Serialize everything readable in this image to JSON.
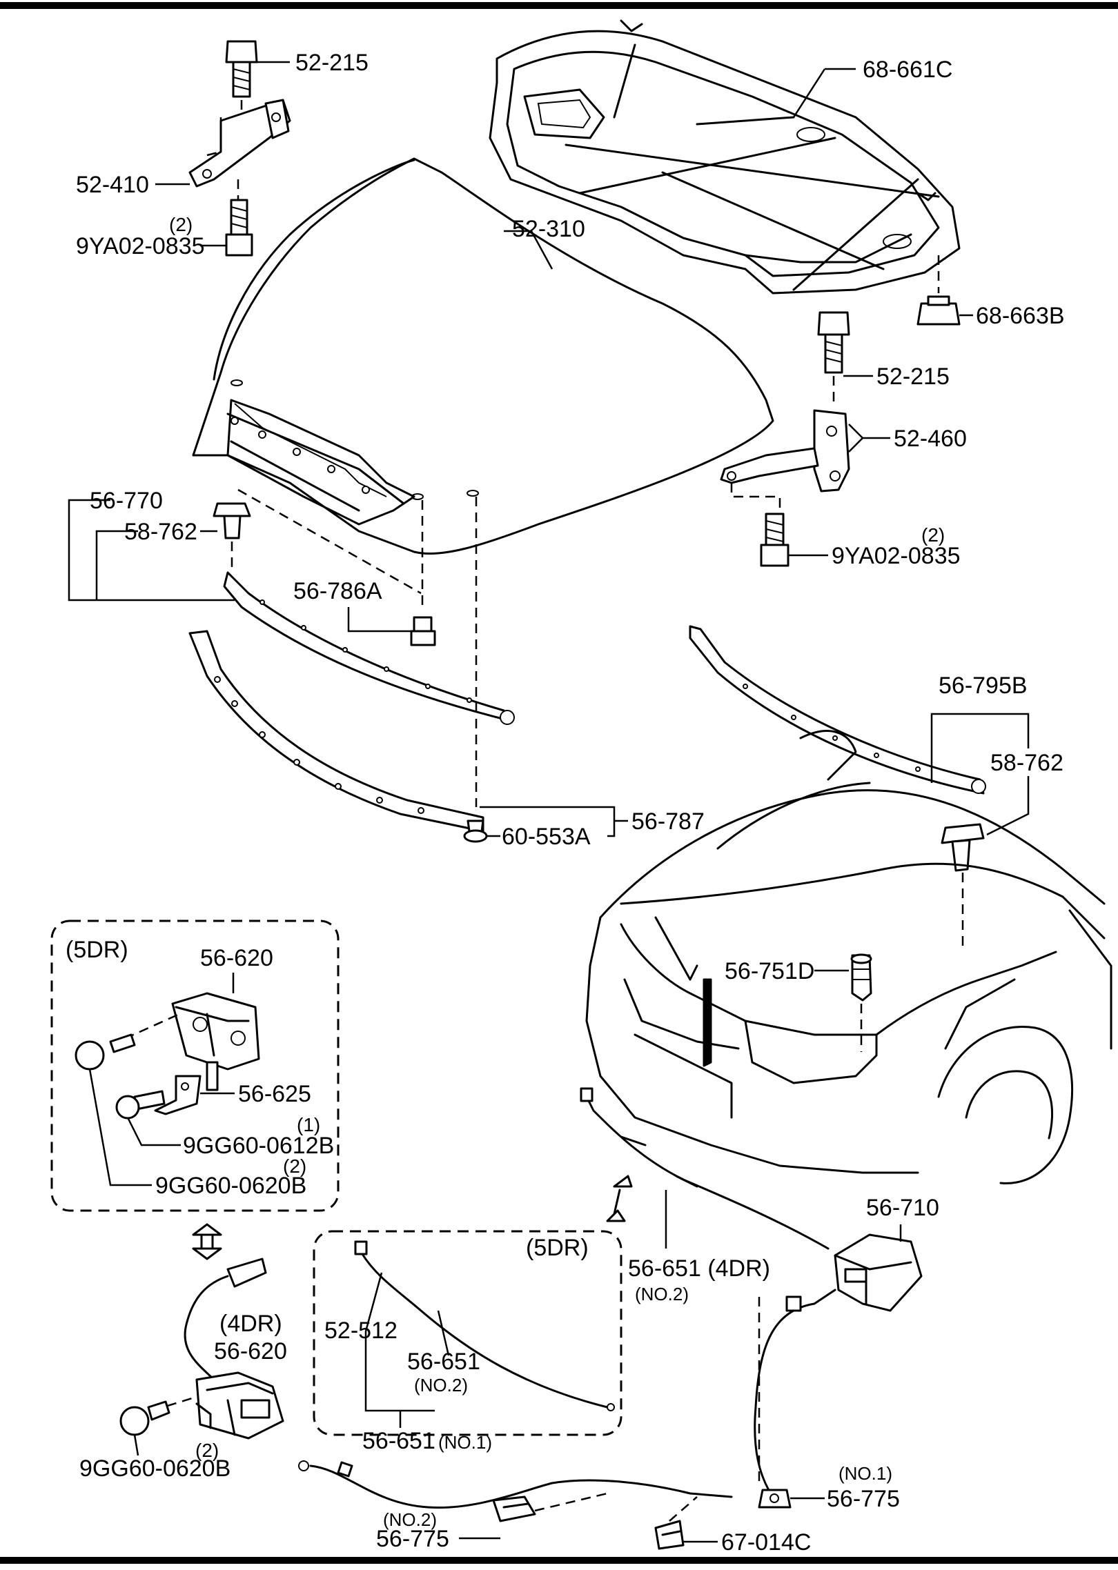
{
  "labels": {
    "bolt_52_215_top": "52-215",
    "hinge_left": "52-410",
    "qty_hinge_left_bolt": "(2)",
    "hinge_left_bolt": "9YA02-0835",
    "insulator": "68-661C",
    "hood": "52-310",
    "clip_68_663b": "68-663B",
    "bolt_52_215_right": "52-215",
    "hinge_right": "52-460",
    "qty_hinge_right_bolt": "(2)",
    "hinge_right_bolt": "9YA02-0835",
    "seal_group_56_770": "56-770",
    "clip_58_762_left": "58-762",
    "bumper_56_786a": "56-786A",
    "seal_group_56_795b": "56-795B",
    "clip_58_762_right": "58-762",
    "seal_56_787": "56-787",
    "clip_60_553a": "60-553A",
    "variant_5dr_latch": "(5DR)",
    "latch_5dr": "56-620",
    "bracket_56_625": "56-625",
    "qty_bolt_0612b": "(1)",
    "bolt_9gg60_0612b": "9GG60-0612B",
    "qty_bolt_0620b": "(2)",
    "bolt_9gg60_0620b": "9GG60-0620B",
    "stay_56_751d": "56-751D",
    "release_handle": "56-710",
    "cable_4dr": "56-651 (4DR)",
    "cable_4dr_no2": "(NO.2)",
    "variant_5dr_cable": "(5DR)",
    "clip_52_512": "52-512",
    "cable_5dr": "56-651",
    "cable_5dr_no2": "(NO.2)",
    "cable_5dr_no1": "56-651",
    "cable_5dr_no1_tag": "(NO.1)",
    "variant_4dr_latch": "(4DR)",
    "latch_4dr": "56-620",
    "qty_bolt_4dr": "(2)",
    "bolt_4dr": "9GG60-0620B",
    "clip_no1_tag": "(NO.1)",
    "clip_56_775_right": "56-775",
    "clip_no2_tag": "(NO.2)",
    "clip_56_775_left": "56-775",
    "clip_67_014c": "67-014C"
  }
}
